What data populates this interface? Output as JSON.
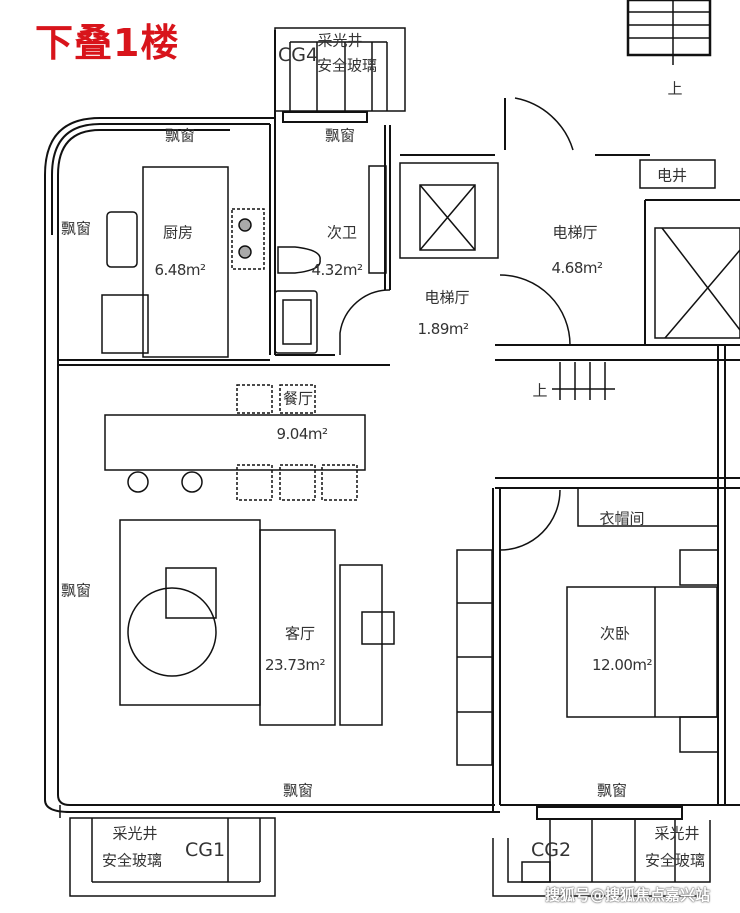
{
  "title": "下叠1楼",
  "rooms": {
    "kitchen": {
      "name": "厨房",
      "area": "6.48m²"
    },
    "bathroom": {
      "name": "次卫",
      "area": "4.32m²"
    },
    "elevator_hall_small": {
      "name": "电梯厅",
      "area": "1.89m²"
    },
    "elevator_hall_large": {
      "name": "电梯厅",
      "area": "4.68m²"
    },
    "dining": {
      "name": "餐厅",
      "area": "9.04m²"
    },
    "living": {
      "name": "客厅",
      "area": "23.73m²"
    },
    "bedroom": {
      "name": "次卧",
      "area": "12.00m²"
    },
    "closet": {
      "name": "衣帽间"
    },
    "electric_shaft": {
      "name": "电井"
    }
  },
  "bay_window_label": "飘窗",
  "stair_up_label": "上",
  "light_wells": [
    {
      "code": "CG4",
      "line1": "采光井",
      "line2": "安全玻璃"
    },
    {
      "code": "CG1",
      "line1": "采光井",
      "line2": "安全玻璃"
    },
    {
      "code": "CG2",
      "line1": "采光井",
      "line2": "安全玻璃"
    }
  ],
  "watermark": "搜狐号@搜狐焦点嘉兴站"
}
